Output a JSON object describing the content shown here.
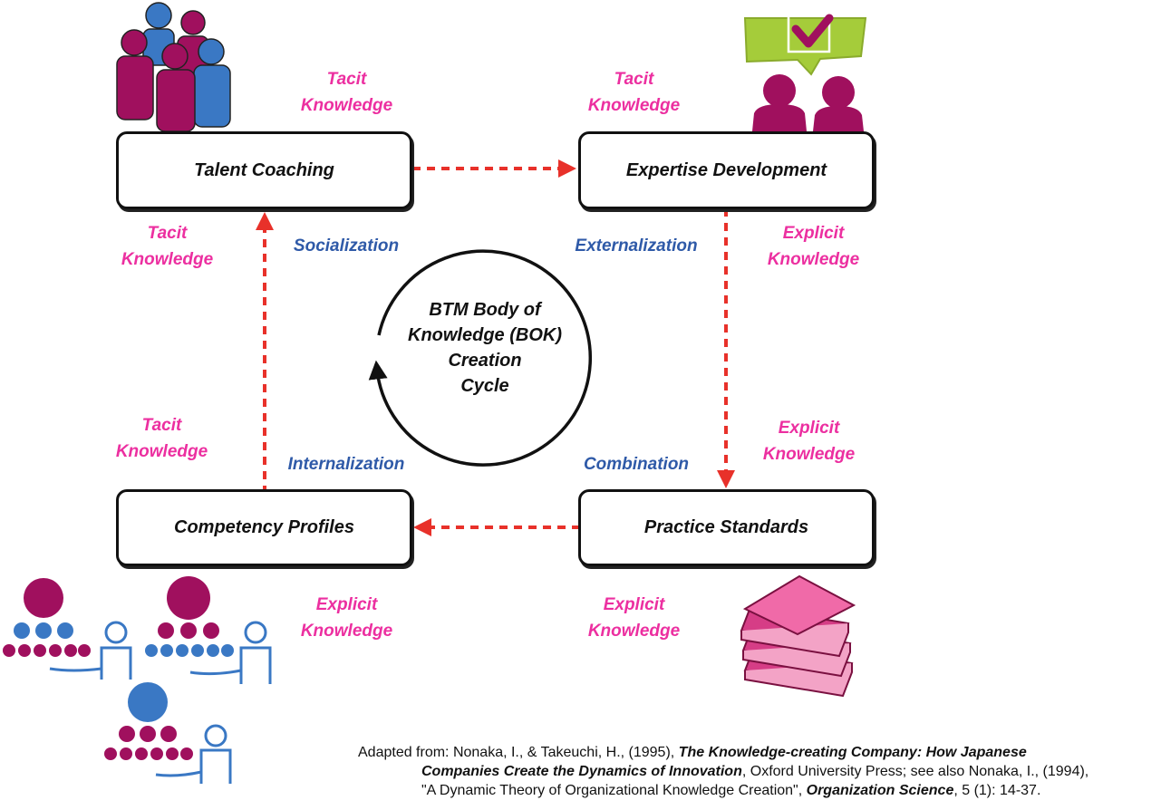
{
  "boxes": {
    "talent_coaching": "Talent Coaching",
    "expertise_development": "Expertise Development",
    "practice_standards": "Practice Standards",
    "competency_profiles": "Competency Profiles"
  },
  "knowledge_labels": {
    "tacit_top_left": [
      "Tacit",
      "Knowledge"
    ],
    "tacit_top_right": [
      "Tacit",
      "Knowledge"
    ],
    "tacit_mid_left": [
      "Tacit",
      "Knowledge"
    ],
    "explicit_mid_right": [
      "Explicit",
      "Knowledge"
    ],
    "tacit_lower_left": [
      "Tacit",
      "Knowledge"
    ],
    "explicit_lower_right": [
      "Explicit",
      "Knowledge"
    ],
    "explicit_bottom_left": [
      "Explicit",
      "Knowledge"
    ],
    "explicit_bottom_right": [
      "Explicit",
      "Knowledge"
    ]
  },
  "process_labels": {
    "socialization": "Socialization",
    "externalization": "Externalization",
    "combination": "Combination",
    "internalization": "Internalization"
  },
  "center_cycle": [
    "BTM Body of",
    "Knowledge (BOK)",
    "Creation",
    "Cycle"
  ],
  "citation": {
    "line1_plain": "Adapted from: Nonaka, I., & Takeuchi, H., (1995), ",
    "line1_bold": "The Knowledge-creating Company: How Japanese",
    "line2_bold": "Companies Create the Dynamics of Innovation",
    "line2_plain": ", Oxford University Press; see also Nonaka, I., (1994),",
    "line3_plain": "\"A Dynamic Theory of Organizational Knowledge Creation\", ",
    "line3_bold": "Organization Science",
    "line3_end": ", 5 (1): 14-37."
  },
  "colors": {
    "arrow_red": "#e8312a",
    "magenta": "#a0105e",
    "blue_person": "#3a78c4",
    "green_bubble": "#a5cc3a",
    "pink_text": "#ec2fa0",
    "blue_text": "#2f5aa8"
  },
  "icons": [
    "people-group-icon",
    "discussion-checkmark-icon",
    "org-chart-people-icon",
    "document-stack-icon"
  ]
}
